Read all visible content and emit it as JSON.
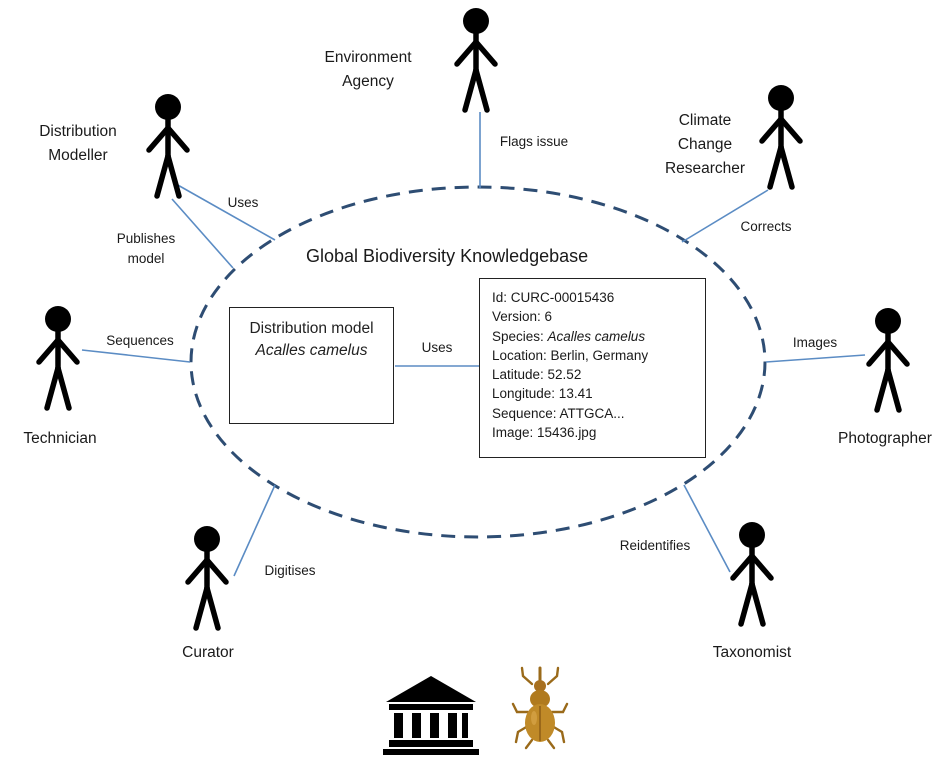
{
  "knowledgebase": {
    "title": "Global Biodiversity Knowledgebase"
  },
  "actors": {
    "environment_agency": [
      "Environment",
      "Agency"
    ],
    "climate_researcher": [
      "Climate",
      "Change",
      "Researcher"
    ],
    "distribution_modeller": [
      "Distribution",
      "Modeller"
    ],
    "technician": [
      "Technician"
    ],
    "photographer": [
      "Photographer"
    ],
    "curator": [
      "Curator"
    ],
    "taxonomist": [
      "Taxonomist"
    ]
  },
  "edges": {
    "flags_issue": "Flags issue",
    "corrects": "Corrects",
    "uses_modeller": "Uses",
    "publishes_model": [
      "Publishes",
      "model"
    ],
    "sequences": "Sequences",
    "images": "Images",
    "digitises": "Digitises",
    "reidentifies": "Reidentifies",
    "uses_model": "Uses"
  },
  "model": {
    "title": "Distribution model",
    "species": "Acalles camelus"
  },
  "record": {
    "id": "Id: CURC-00015436",
    "version": "Version: 6",
    "species_prefix": "Species: ",
    "species": "Acalles camelus",
    "location": "Location: Berlin, Germany",
    "latitude": "Latitude: 52.52",
    "longitude": "Longitude: 13.41",
    "sequence": "Sequence: ATTGCA...",
    "image": "Image: 15436.jpg"
  },
  "colors": {
    "ellipse": "#2e4d73",
    "connector": "#5b8cc4",
    "figure": "#000000",
    "beetle": "#b07a1e"
  },
  "icons": {
    "museum": "museum-building-icon",
    "beetle": "weevil-beetle-icon"
  }
}
